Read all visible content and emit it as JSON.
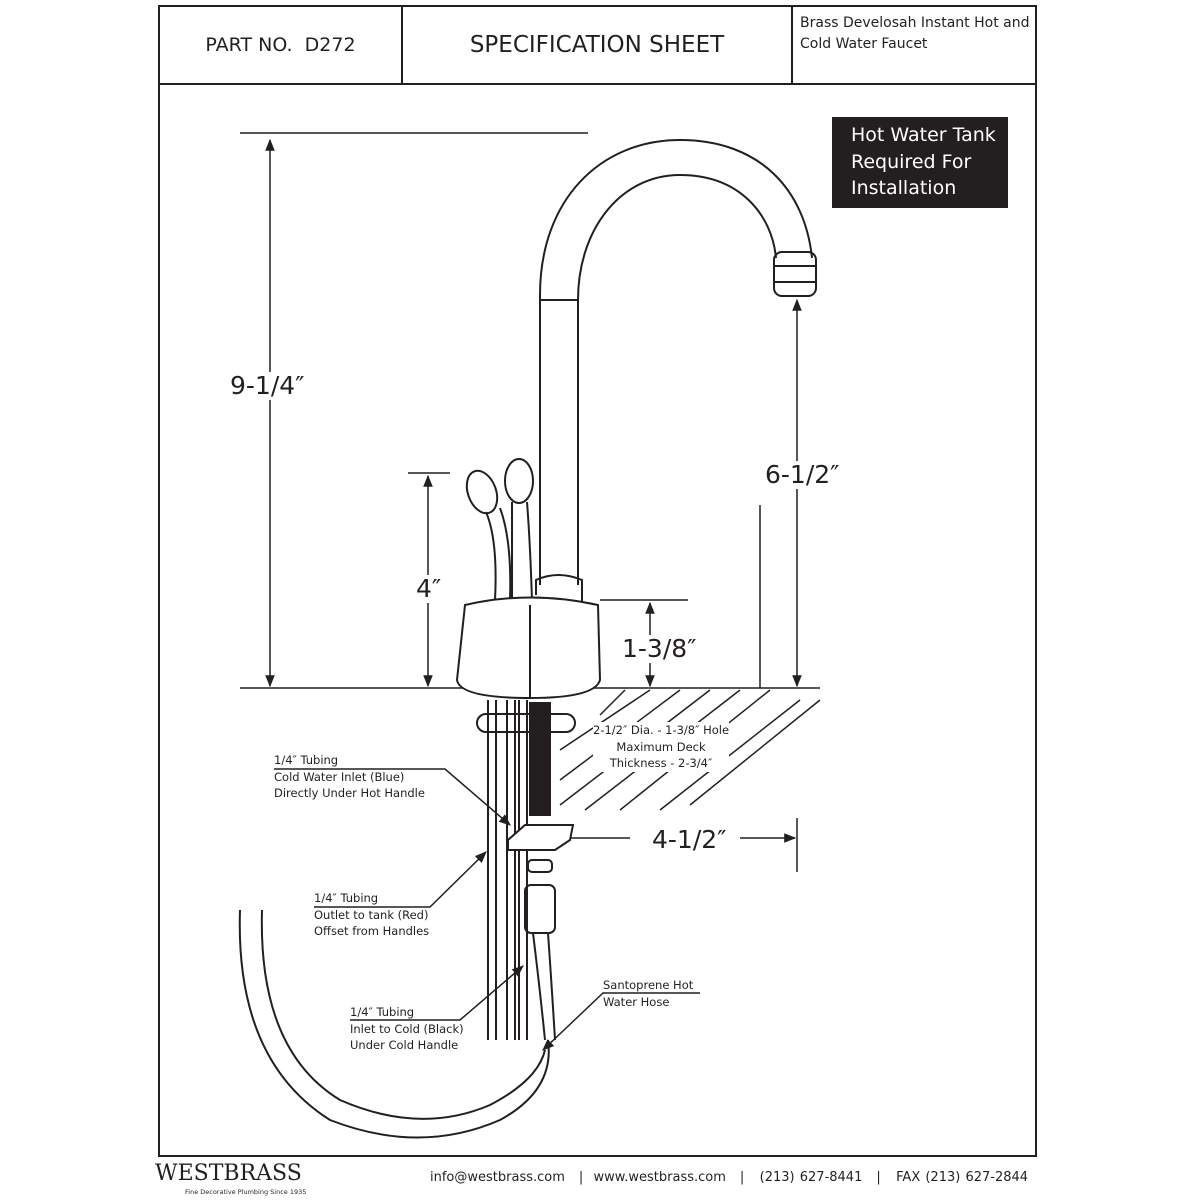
{
  "header": {
    "part_label": "PART NO.",
    "part_number": "D272",
    "sheet_title": "SPECIFICATION SHEET",
    "product_line1": "Brass Develosah Instant Hot and",
    "product_line2": "Cold Water Faucet"
  },
  "callout": {
    "line1": "Hot Water Tank",
    "line2": "Required For",
    "line3": "Installation"
  },
  "dimensions": {
    "overall_height": "9-1/4″",
    "handle_height": "4″",
    "base_height": "1-3/8″",
    "spout_clearance": "6-1/2″",
    "spout_reach": "4-1/2″"
  },
  "notes": {
    "hole": [
      "2-1/2″ Dia. - 1-3/8″ Hole",
      "Maximum Deck",
      "Thickness - 2-3/4″"
    ],
    "cold_inlet": [
      "1/4″ Tubing",
      "Cold Water Inlet (Blue)",
      "Directly Under Hot Handle"
    ],
    "outlet_tank": [
      "1/4″ Tubing",
      "Outlet to tank (Red)",
      "Offset from Handles"
    ],
    "inlet_cold": [
      "1/4″ Tubing",
      "Inlet to Cold (Black)",
      "Under Cold Handle"
    ],
    "hose": [
      "Santoprene Hot",
      "Water Hose"
    ]
  },
  "footer": {
    "brand": "WESTBRASS",
    "tagline": "Fine Decorative Plumbing Since 1935",
    "email": "info@westbrass.com",
    "website": "www.westbrass.com",
    "phone": "(213) 627-8441",
    "fax": "FAX (213) 627-2844"
  }
}
